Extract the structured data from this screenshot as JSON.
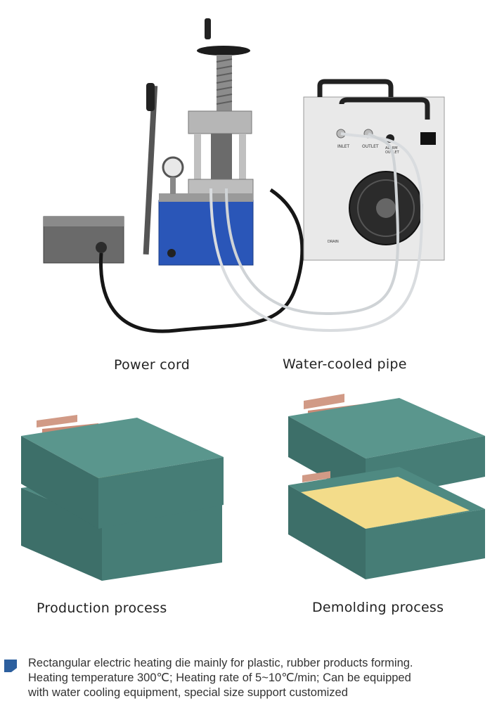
{
  "labels": {
    "power_cord": "Power cord",
    "water_cooled_pipe": "Water-cooled pipe",
    "production_process": "Production process",
    "demolding_process": "Demolding process"
  },
  "chiller_text": {
    "inlet": "INLET",
    "outlet": "OUTLET",
    "alarm": "ALARM",
    "alarm_outlet": "OUTLET",
    "drain": "DRAIN"
  },
  "description": {
    "line1": "Rectangular electric heating die mainly for plastic, rubber products forming.",
    "line2": "Heating temperature 300℃; Heating rate of 5~10℃/min; Can be equipped",
    "line3": "with water cooling equipment, special size support customized"
  },
  "colors": {
    "mold_top": "#4f8a82",
    "mold_side": "#3d6f69",
    "sheet": "#f3dc8a",
    "bullet": "#2c5f9e",
    "press_blue": "#2a56b8"
  }
}
